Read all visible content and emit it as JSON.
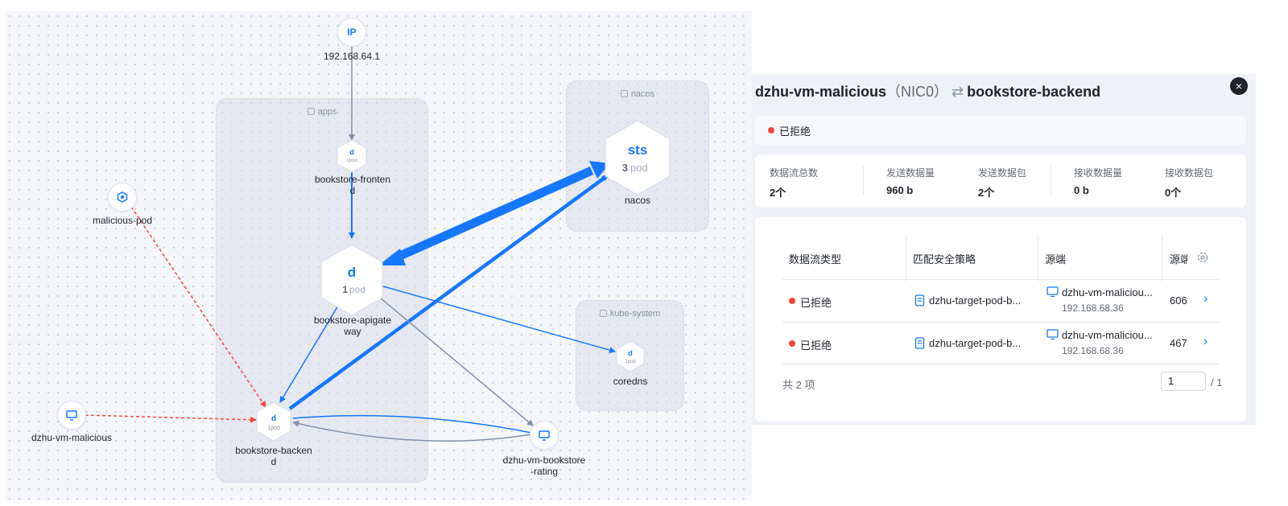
{
  "graph": {
    "groups": {
      "apps": "apps",
      "nacos": "nacos",
      "kube_system": "kube-system"
    },
    "nodes": {
      "ip": {
        "badge": "IP",
        "label": "192.168.64.1"
      },
      "frontend": {
        "kind": "d",
        "pods": "1pod",
        "label_line1": "bookstore-fronten",
        "label_line2": "d"
      },
      "apigateway": {
        "kind": "d",
        "count": "1",
        "unit": "pod",
        "label_line1": "bookstore-apigate",
        "label_line2": "way"
      },
      "nacos": {
        "kind": "sts",
        "count": "3",
        "unit": "pod",
        "label": "nacos"
      },
      "coredns": {
        "kind": "d",
        "pods": "2pod",
        "label": "coredns"
      },
      "backend": {
        "kind": "d",
        "pods": "1pod",
        "label_line1": "bookstore-backen",
        "label_line2": "d"
      },
      "malicious_pod": {
        "label": "malicious-pod",
        "icon": "pod-icon"
      },
      "vm_malicious": {
        "label": "dzhu-vm-malicious",
        "icon": "monitor-icon"
      },
      "vm_rating": {
        "label_line1": "dzhu-vm-bookstore",
        "label_line2": "-rating",
        "icon": "monitor-icon"
      }
    },
    "colors": {
      "accent": "#1677ff",
      "gray_edge": "#8491ad",
      "denied": "#f5453d"
    }
  },
  "panel": {
    "source": "dzhu-vm-malicious",
    "nic": "（NIC0）",
    "target": "bookstore-backend",
    "status": "已拒绝",
    "stats": [
      {
        "label": "数据流总数",
        "value": "2个"
      },
      {
        "label": "发送数据量",
        "value": "960 b"
      },
      {
        "label": "发送数据包",
        "value": "2个"
      },
      {
        "label": "接收数据量",
        "value": "0 b"
      },
      {
        "label": "接收数据包",
        "value": "0个"
      }
    ],
    "table": {
      "headers": [
        "数据流类型",
        "匹配安全策略",
        "源端",
        "源端"
      ],
      "rows": [
        {
          "type": "已拒绝",
          "policy": "dzhu-target-pod-b...",
          "source_name": "dzhu-vm-maliciou...",
          "source_ip": "192.168.68.36",
          "port": "606"
        },
        {
          "type": "已拒绝",
          "policy": "dzhu-target-pod-b...",
          "source_name": "dzhu-vm-maliciou...",
          "source_ip": "192.168.68.36",
          "port": "467"
        }
      ],
      "total": "共 2 项",
      "page": "1",
      "pages": "/ 1"
    }
  }
}
